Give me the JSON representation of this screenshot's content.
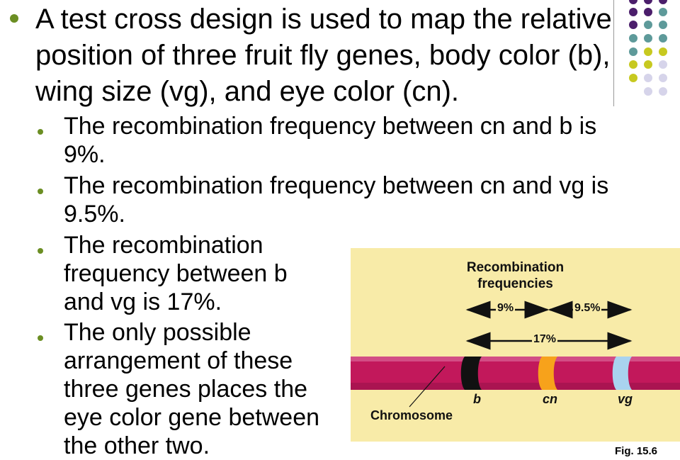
{
  "slide": {
    "main_bullet": "A test cross design is used to map the relative position of three fruit fly genes, body color (b), wing size (vg), and eye color (cn).",
    "sub_bullets": [
      "The recombination frequency between cn and b is 9%.",
      "The recombination frequency between cn and vg is 9.5%.",
      "The recombination frequency between b and vg is 17%.",
      "The only possible arrangement of these three genes places the eye color gene between the other two."
    ]
  },
  "figure": {
    "title_line1": "Recombination",
    "title_line2": "frequencies",
    "freq_b_cn": "9%",
    "freq_cn_vg": "9.5%",
    "freq_b_vg": "17%",
    "gene_b": "b",
    "gene_cn": "cn",
    "gene_vg": "vg",
    "chromosome_label": "Chromosome",
    "fig_number": "Fig. 15.6"
  },
  "colors": {
    "bullet": "#6b8e23",
    "figure_bg": "#f8eba8",
    "chromosome": "#c2185b",
    "band_b": "#111111",
    "band_cn": "#f7a21b",
    "band_vg": "#a9d3ef",
    "dot_purple": "#4b1e6b",
    "dot_teal": "#5e9a9a",
    "dot_yellow": "#c7c920",
    "dot_lavender": "#d6d4ea"
  }
}
